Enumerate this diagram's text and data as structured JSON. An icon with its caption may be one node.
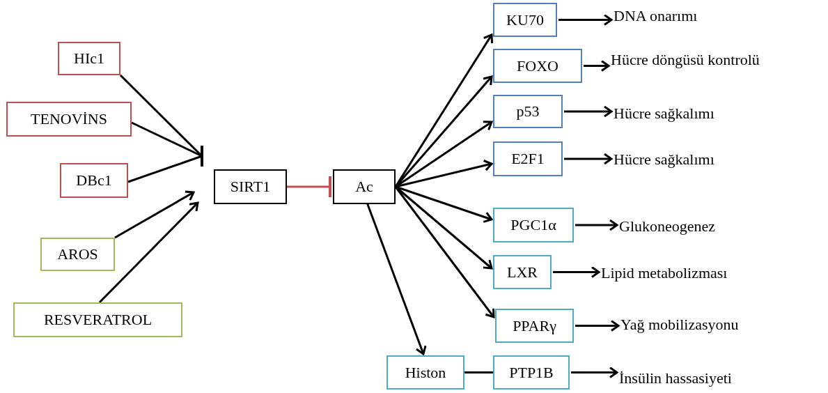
{
  "diagram": {
    "nodes": [
      {
        "text": [
          "HIc1"
        ]
      },
      {
        "text": [
          "TENOVİNS"
        ]
      },
      {
        "text": [
          "DBc1"
        ]
      },
      {
        "text": [
          "AROS"
        ]
      },
      {
        "text": [
          "RESVERATROL"
        ]
      },
      {
        "text": [
          "SIRT1"
        ]
      },
      {
        "text": [
          "Ac"
        ]
      },
      {
        "text": [
          "KU70"
        ]
      },
      {
        "text": [
          "FOXO"
        ]
      },
      {
        "text": [
          "p53"
        ]
      },
      {
        "text": [
          "E2F1"
        ]
      },
      {
        "text": [
          "PGC1α"
        ]
      },
      {
        "text": [
          "LXR"
        ]
      },
      {
        "text": [
          "PPARγ"
        ]
      },
      {
        "text": [
          "Histon"
        ]
      },
      {
        "text": [
          "PTP1B"
        ]
      },
      {
        "text": [
          "DNA onarımı"
        ]
      },
      {
        "text": [
          "Hücre döngüsü kontrolü"
        ]
      },
      {
        "text": [
          "Hücre sağkalımı"
        ]
      },
      {
        "text": [
          "Hücre sağkalımı"
        ]
      },
      {
        "text": [
          "Glukoneogenez"
        ]
      },
      {
        "text": [
          "Lipid metabolizması"
        ]
      },
      {
        "text": [
          "Yağ mobilizasyonu"
        ]
      },
      {
        "text": [
          "İnsülin hassasiyeti"
        ]
      }
    ],
    "edges": [
      {
        "from": 0,
        "to": 5,
        "arrow": "other"
      },
      {
        "from": 1,
        "to": 5,
        "arrow": "other"
      },
      {
        "from": 2,
        "to": 5,
        "arrow": "other"
      },
      {
        "from": 3,
        "to": 5,
        "arrow": "to"
      },
      {
        "from": 4,
        "to": 5,
        "arrow": "to"
      },
      {
        "from": 5,
        "to": 6,
        "arrow": "other",
        "color": "#c0504d"
      },
      {
        "from": 6,
        "to": 7,
        "arrow": "to"
      },
      {
        "from": 6,
        "to": 8,
        "arrow": "to"
      },
      {
        "from": 6,
        "to": 9,
        "arrow": "to"
      },
      {
        "from": 6,
        "to": 10,
        "arrow": "to"
      },
      {
        "from": 6,
        "to": 11,
        "arrow": "to"
      },
      {
        "from": 6,
        "to": 12,
        "arrow": "to"
      },
      {
        "from": 6,
        "to": 13,
        "arrow": "to"
      },
      {
        "from": 6,
        "to": 14,
        "arrow": "to"
      },
      {
        "from": 14,
        "to": 15,
        "arrow": "none"
      },
      {
        "from": 7,
        "to": 16,
        "arrow": "to"
      },
      {
        "from": 8,
        "to": 17,
        "arrow": "to"
      },
      {
        "from": 9,
        "to": 18,
        "arrow": "to"
      },
      {
        "from": 10,
        "to": 19,
        "arrow": "to"
      },
      {
        "from": 11,
        "to": 20,
        "arrow": "to"
      },
      {
        "from": 12,
        "to": 21,
        "arrow": "to"
      },
      {
        "from": 13,
        "to": 22,
        "arrow": "to"
      },
      {
        "from": 15,
        "to": 23,
        "arrow": "to"
      }
    ]
  }
}
